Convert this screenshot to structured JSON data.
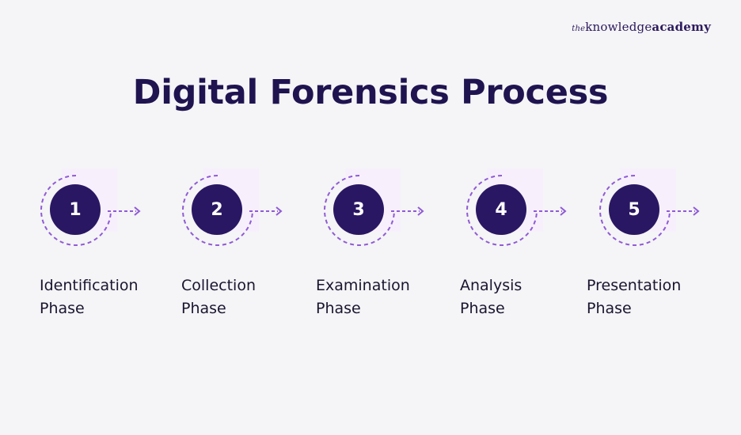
{
  "brand": {
    "prefix": "the",
    "middle": "knowledge",
    "suffix": "academy"
  },
  "title": "Digital Forensics Process",
  "colors": {
    "background": "#f5f4f6",
    "circle": "#2a1763",
    "dashes": "#8f5bd6",
    "title": "#1f1450",
    "panel": "#f7f0fc"
  },
  "steps": [
    {
      "number": "1",
      "line1": "Identification",
      "line2": "Phase"
    },
    {
      "number": "2",
      "line1": "Collection",
      "line2": "Phase"
    },
    {
      "number": "3",
      "line1": "Examination",
      "line2": "Phase"
    },
    {
      "number": "4",
      "line1": "Analysis",
      "line2": "Phase"
    },
    {
      "number": "5",
      "line1": "Presentation",
      "line2": "Phase"
    }
  ]
}
